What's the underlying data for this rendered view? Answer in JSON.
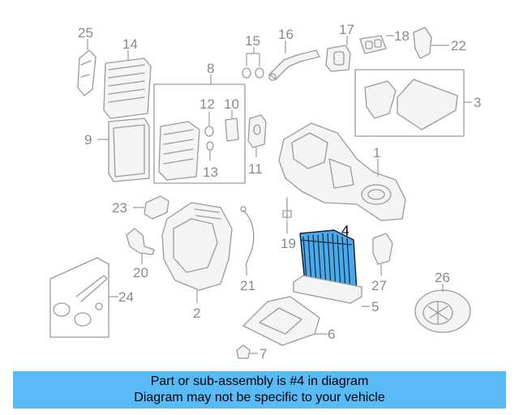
{
  "callouts": {
    "n1": "1",
    "n2": "2",
    "n3": "3",
    "n4": "4",
    "n5": "5",
    "n6": "6",
    "n7": "7",
    "n8": "8",
    "n9": "9",
    "n10": "10",
    "n11": "11",
    "n12": "12",
    "n13": "13",
    "n14": "14",
    "n15": "15",
    "n16": "16",
    "n17": "17",
    "n18": "18",
    "n19": "19",
    "n20": "20",
    "n21": "21",
    "n22": "22",
    "n23": "23",
    "n24": "24",
    "n25": "25",
    "n26": "26",
    "n27": "27"
  },
  "highlight": {
    "color": "#47a9ee"
  },
  "caption": {
    "line1": "Part or sub-assembly is #4 in diagram",
    "line2": "Diagram may not be specific to your vehicle",
    "background": "#59bbf5"
  }
}
